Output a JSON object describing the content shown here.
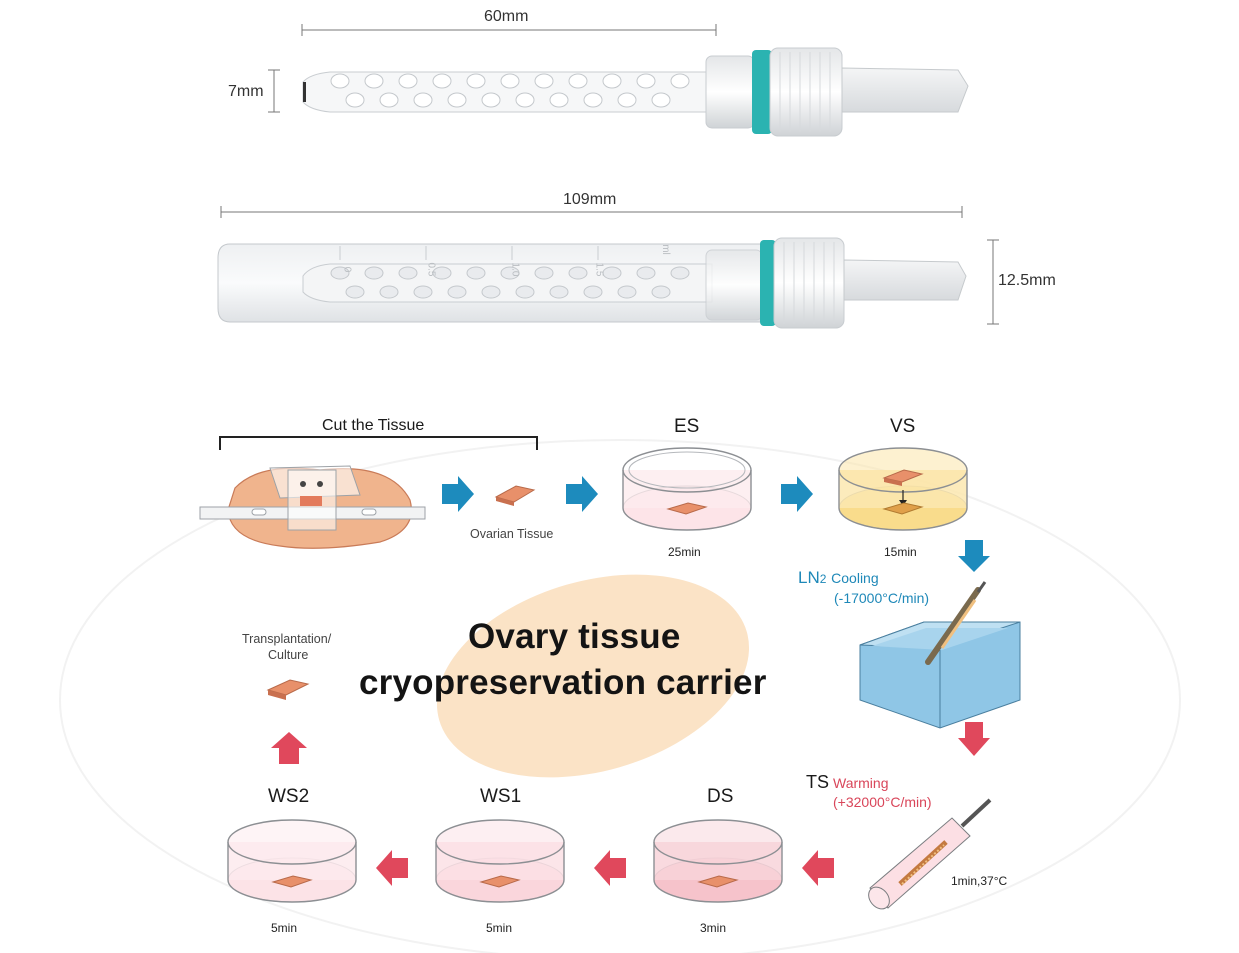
{
  "device": {
    "carrier_length": "60mm",
    "carrier_width": "7mm",
    "tube_length": "109mm",
    "tube_diameter": "12.5mm",
    "tube_scale_marks": [
      "0",
      "0.5",
      "1.0",
      "1.5",
      "ml"
    ]
  },
  "workflow": {
    "cut_tissue_label": "Cut the Tissue",
    "ovarian_tissue_label": "Ovarian Tissue",
    "es_label": "ES",
    "es_time": "25min",
    "vs_label": "VS",
    "vs_time": "15min",
    "ln2_prefix": "LN",
    "ln2_sub": "2",
    "ln2_cooling": "Cooling",
    "ln2_rate": "(-17000°C/min)",
    "ts_label": "TS",
    "ts_warming": "Warming",
    "ts_rate": "(+32000°C/min)",
    "ts_condition": "1min,37°C",
    "ds_label": "DS",
    "ds_time": "3min",
    "ws1_label": "WS1",
    "ws1_time": "5min",
    "ws2_label": "WS2",
    "ws2_time": "5min",
    "transplant_label_1": "Transplantation/",
    "transplant_label_2": "Culture"
  },
  "title": {
    "line1": "Ovary tissue",
    "line2": "cryopreservation carrier"
  },
  "colors": {
    "teal": "#2bb3b1",
    "arrow_blue": "#1d8bbd",
    "arrow_red": "#e0485c",
    "tissue": "#e8906a",
    "title_blob": "#fbe3c6",
    "pink_liquid": "#f7c9d0",
    "yellow_liquid": "#f8d98a",
    "ln2_box": "#8fc6e6"
  }
}
